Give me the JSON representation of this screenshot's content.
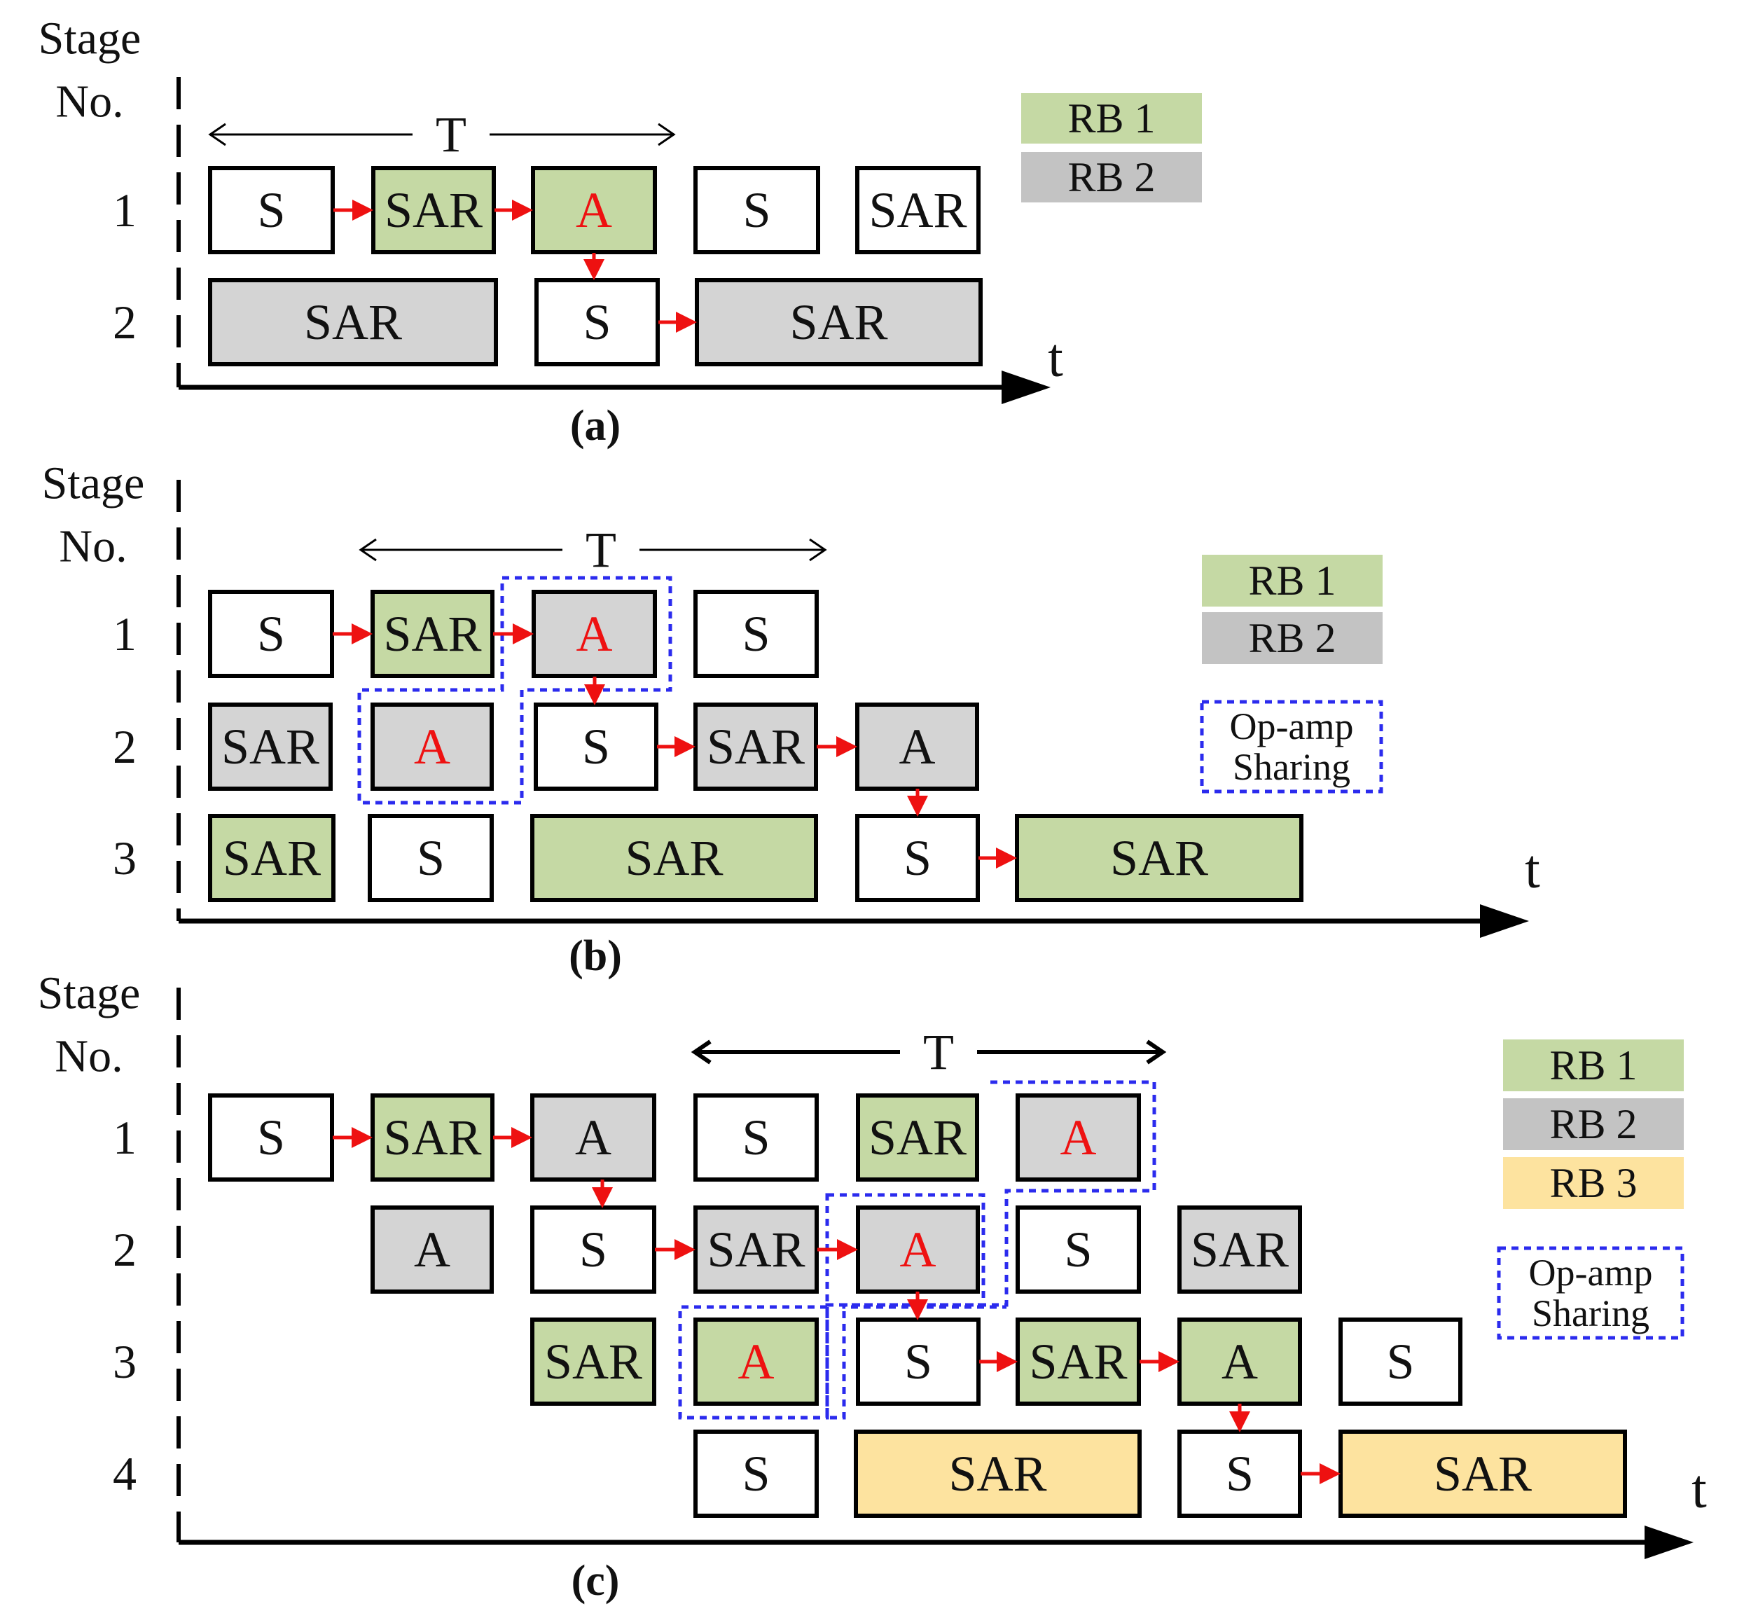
{
  "colors": {
    "rb1": "#c5d9a4",
    "rb2": "#d4d4d4",
    "rb2_legend": "#c3c3c3",
    "rb3": "#fde39f",
    "plain": "#ffffff",
    "accent_text": "#ee1111",
    "normal_text": "#111111",
    "arrow": "#ee1111",
    "sharing": "#2b2bee",
    "axis": "#000000"
  },
  "common": {
    "y_axis_label_line1": "Stage",
    "y_axis_label_line2": "No.",
    "time_axis_label": "t",
    "period_label": "T"
  },
  "panels": [
    {
      "id": "a",
      "caption": "(a)",
      "stage_labels": [
        "1",
        "2"
      ],
      "legend": [
        {
          "label": "RB 1",
          "kind": "rb1"
        },
        {
          "label": "RB 2",
          "kind": "rb2"
        }
      ],
      "blocks": [
        {
          "stage": 1,
          "label": "S",
          "kind": "plain"
        },
        {
          "stage": 1,
          "label": "SAR",
          "kind": "rb1"
        },
        {
          "stage": 1,
          "label": "A",
          "kind": "rb1",
          "accent": true
        },
        {
          "stage": 1,
          "label": "S",
          "kind": "plain"
        },
        {
          "stage": 1,
          "label": "SAR",
          "kind": "plain"
        },
        {
          "stage": 2,
          "label": "SAR",
          "kind": "rb2"
        },
        {
          "stage": 2,
          "label": "S",
          "kind": "plain"
        },
        {
          "stage": 2,
          "label": "SAR",
          "kind": "rb2"
        }
      ]
    },
    {
      "id": "b",
      "caption": "(b)",
      "stage_labels": [
        "1",
        "2",
        "3"
      ],
      "legend": [
        {
          "label": "RB 1",
          "kind": "rb1"
        },
        {
          "label": "RB 2",
          "kind": "rb2"
        },
        {
          "label_line1": "Op-amp",
          "label_line2": "Sharing",
          "kind": "sharing"
        }
      ],
      "blocks": [
        {
          "stage": 1,
          "label": "S",
          "kind": "plain"
        },
        {
          "stage": 1,
          "label": "SAR",
          "kind": "rb1"
        },
        {
          "stage": 1,
          "label": "A",
          "kind": "rb2",
          "accent": true
        },
        {
          "stage": 1,
          "label": "S",
          "kind": "plain"
        },
        {
          "stage": 2,
          "label": "SAR",
          "kind": "rb2"
        },
        {
          "stage": 2,
          "label": "A",
          "kind": "rb2",
          "accent": true
        },
        {
          "stage": 2,
          "label": "S",
          "kind": "plain"
        },
        {
          "stage": 2,
          "label": "SAR",
          "kind": "rb2"
        },
        {
          "stage": 2,
          "label": "A",
          "kind": "rb2"
        },
        {
          "stage": 3,
          "label": "SAR",
          "kind": "rb1"
        },
        {
          "stage": 3,
          "label": "S",
          "kind": "plain"
        },
        {
          "stage": 3,
          "label": "SAR",
          "kind": "rb1"
        },
        {
          "stage": 3,
          "label": "S",
          "kind": "plain"
        },
        {
          "stage": 3,
          "label": "SAR",
          "kind": "rb1"
        }
      ]
    },
    {
      "id": "c",
      "caption": "(c)",
      "stage_labels": [
        "1",
        "2",
        "3",
        "4"
      ],
      "legend": [
        {
          "label": "RB 1",
          "kind": "rb1"
        },
        {
          "label": "RB 2",
          "kind": "rb2"
        },
        {
          "label": "RB 3",
          "kind": "rb3"
        },
        {
          "label_line1": "Op-amp",
          "label_line2": "Sharing",
          "kind": "sharing"
        }
      ],
      "blocks": [
        {
          "stage": 1,
          "label": "S",
          "kind": "plain"
        },
        {
          "stage": 1,
          "label": "SAR",
          "kind": "rb1"
        },
        {
          "stage": 1,
          "label": "A",
          "kind": "rb2"
        },
        {
          "stage": 1,
          "label": "S",
          "kind": "plain"
        },
        {
          "stage": 1,
          "label": "SAR",
          "kind": "rb1"
        },
        {
          "stage": 1,
          "label": "A",
          "kind": "rb2",
          "accent": true
        },
        {
          "stage": 2,
          "label": "A",
          "kind": "rb2"
        },
        {
          "stage": 2,
          "label": "S",
          "kind": "plain"
        },
        {
          "stage": 2,
          "label": "SAR",
          "kind": "rb2"
        },
        {
          "stage": 2,
          "label": "A",
          "kind": "rb2",
          "accent": true
        },
        {
          "stage": 2,
          "label": "S",
          "kind": "plain"
        },
        {
          "stage": 2,
          "label": "SAR",
          "kind": "rb2"
        },
        {
          "stage": 3,
          "label": "SAR",
          "kind": "rb1"
        },
        {
          "stage": 3,
          "label": "A",
          "kind": "rb1",
          "accent": true
        },
        {
          "stage": 3,
          "label": "S",
          "kind": "plain"
        },
        {
          "stage": 3,
          "label": "SAR",
          "kind": "rb1"
        },
        {
          "stage": 3,
          "label": "A",
          "kind": "rb1"
        },
        {
          "stage": 3,
          "label": "S",
          "kind": "plain"
        },
        {
          "stage": 4,
          "label": "S",
          "kind": "plain"
        },
        {
          "stage": 4,
          "label": "SAR",
          "kind": "rb3"
        },
        {
          "stage": 4,
          "label": "S",
          "kind": "plain"
        },
        {
          "stage": 4,
          "label": "SAR",
          "kind": "rb3"
        }
      ]
    }
  ]
}
